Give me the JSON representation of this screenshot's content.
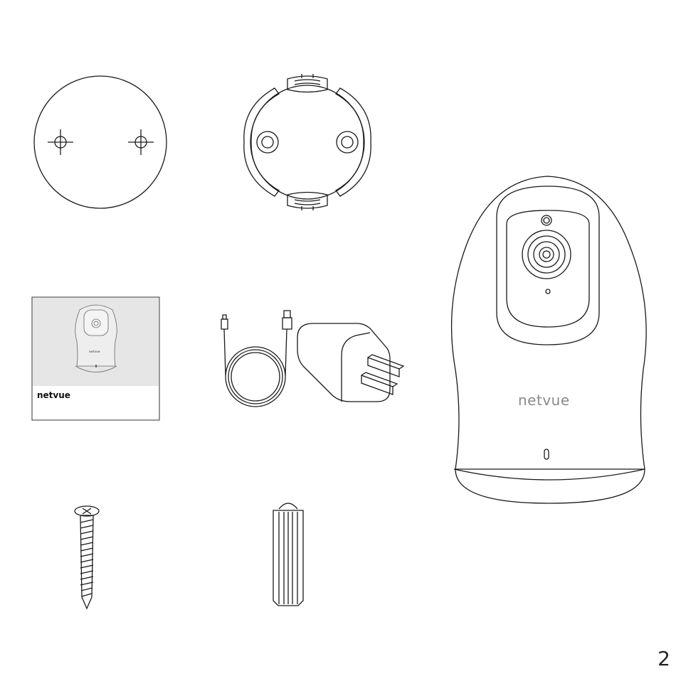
{
  "page": {
    "number": "2"
  },
  "items": {
    "mounting_template": {
      "icon": "mounting-template-icon"
    },
    "wall_mount": {
      "icon": "wall-mount-icon"
    },
    "user_manual": {
      "brand": "netvue",
      "cover_brand": "netvue",
      "icon": "user-manual-icon"
    },
    "power_cable_adapter": {
      "icon": "power-cable-adapter-icon"
    },
    "camera": {
      "brand": "netvue",
      "icon": "camera-icon"
    },
    "screw": {
      "icon": "screw-icon"
    },
    "wall_anchor": {
      "icon": "wall-anchor-icon"
    }
  },
  "colors": {
    "line": "#1a1a1a",
    "manual_bg": "#e6e6e6",
    "brand_gray": "#8a8a8a"
  }
}
